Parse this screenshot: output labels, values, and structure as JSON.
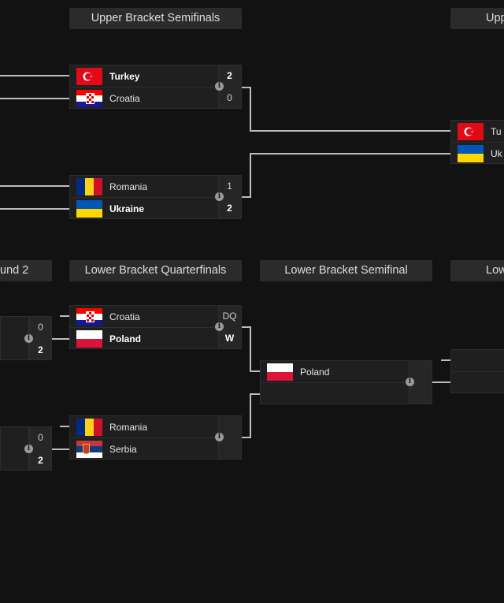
{
  "rounds": {
    "upper_semifinals": "Upper Bracket Semifinals",
    "upper_final_partial": "Upp",
    "lower_round2_partial": "und 2",
    "lower_quarterfinals": "Lower Bracket Quarterfinals",
    "lower_semifinal": "Lower Bracket Semifinal",
    "lower_final_partial": "Low"
  },
  "matches": {
    "ub_sf1": {
      "team1": "Turkey",
      "score1": "2",
      "team2": "Croatia",
      "score2": "0"
    },
    "ub_sf2": {
      "team1": "Romania",
      "score1": "1",
      "team2": "Ukraine",
      "score2": "2"
    },
    "ub_final": {
      "team1": "Tu",
      "team2": "Uk"
    },
    "lb_r2_a": {
      "score1": "0",
      "score2": "2"
    },
    "lb_r2_b": {
      "score1": "0",
      "score2": "2"
    },
    "lb_qf1": {
      "team1": "Croatia",
      "score1": "DQ",
      "team2": "Poland",
      "score2": "W"
    },
    "lb_qf2": {
      "team1": "Romania",
      "team2": "Serbia"
    },
    "lb_sf": {
      "team1": "Poland"
    }
  },
  "info_glyph": "i",
  "colors": {
    "background": "#121212",
    "panel": "#1f1f1f",
    "header": "#2b2b2b",
    "connector": "#bdbdbd"
  }
}
